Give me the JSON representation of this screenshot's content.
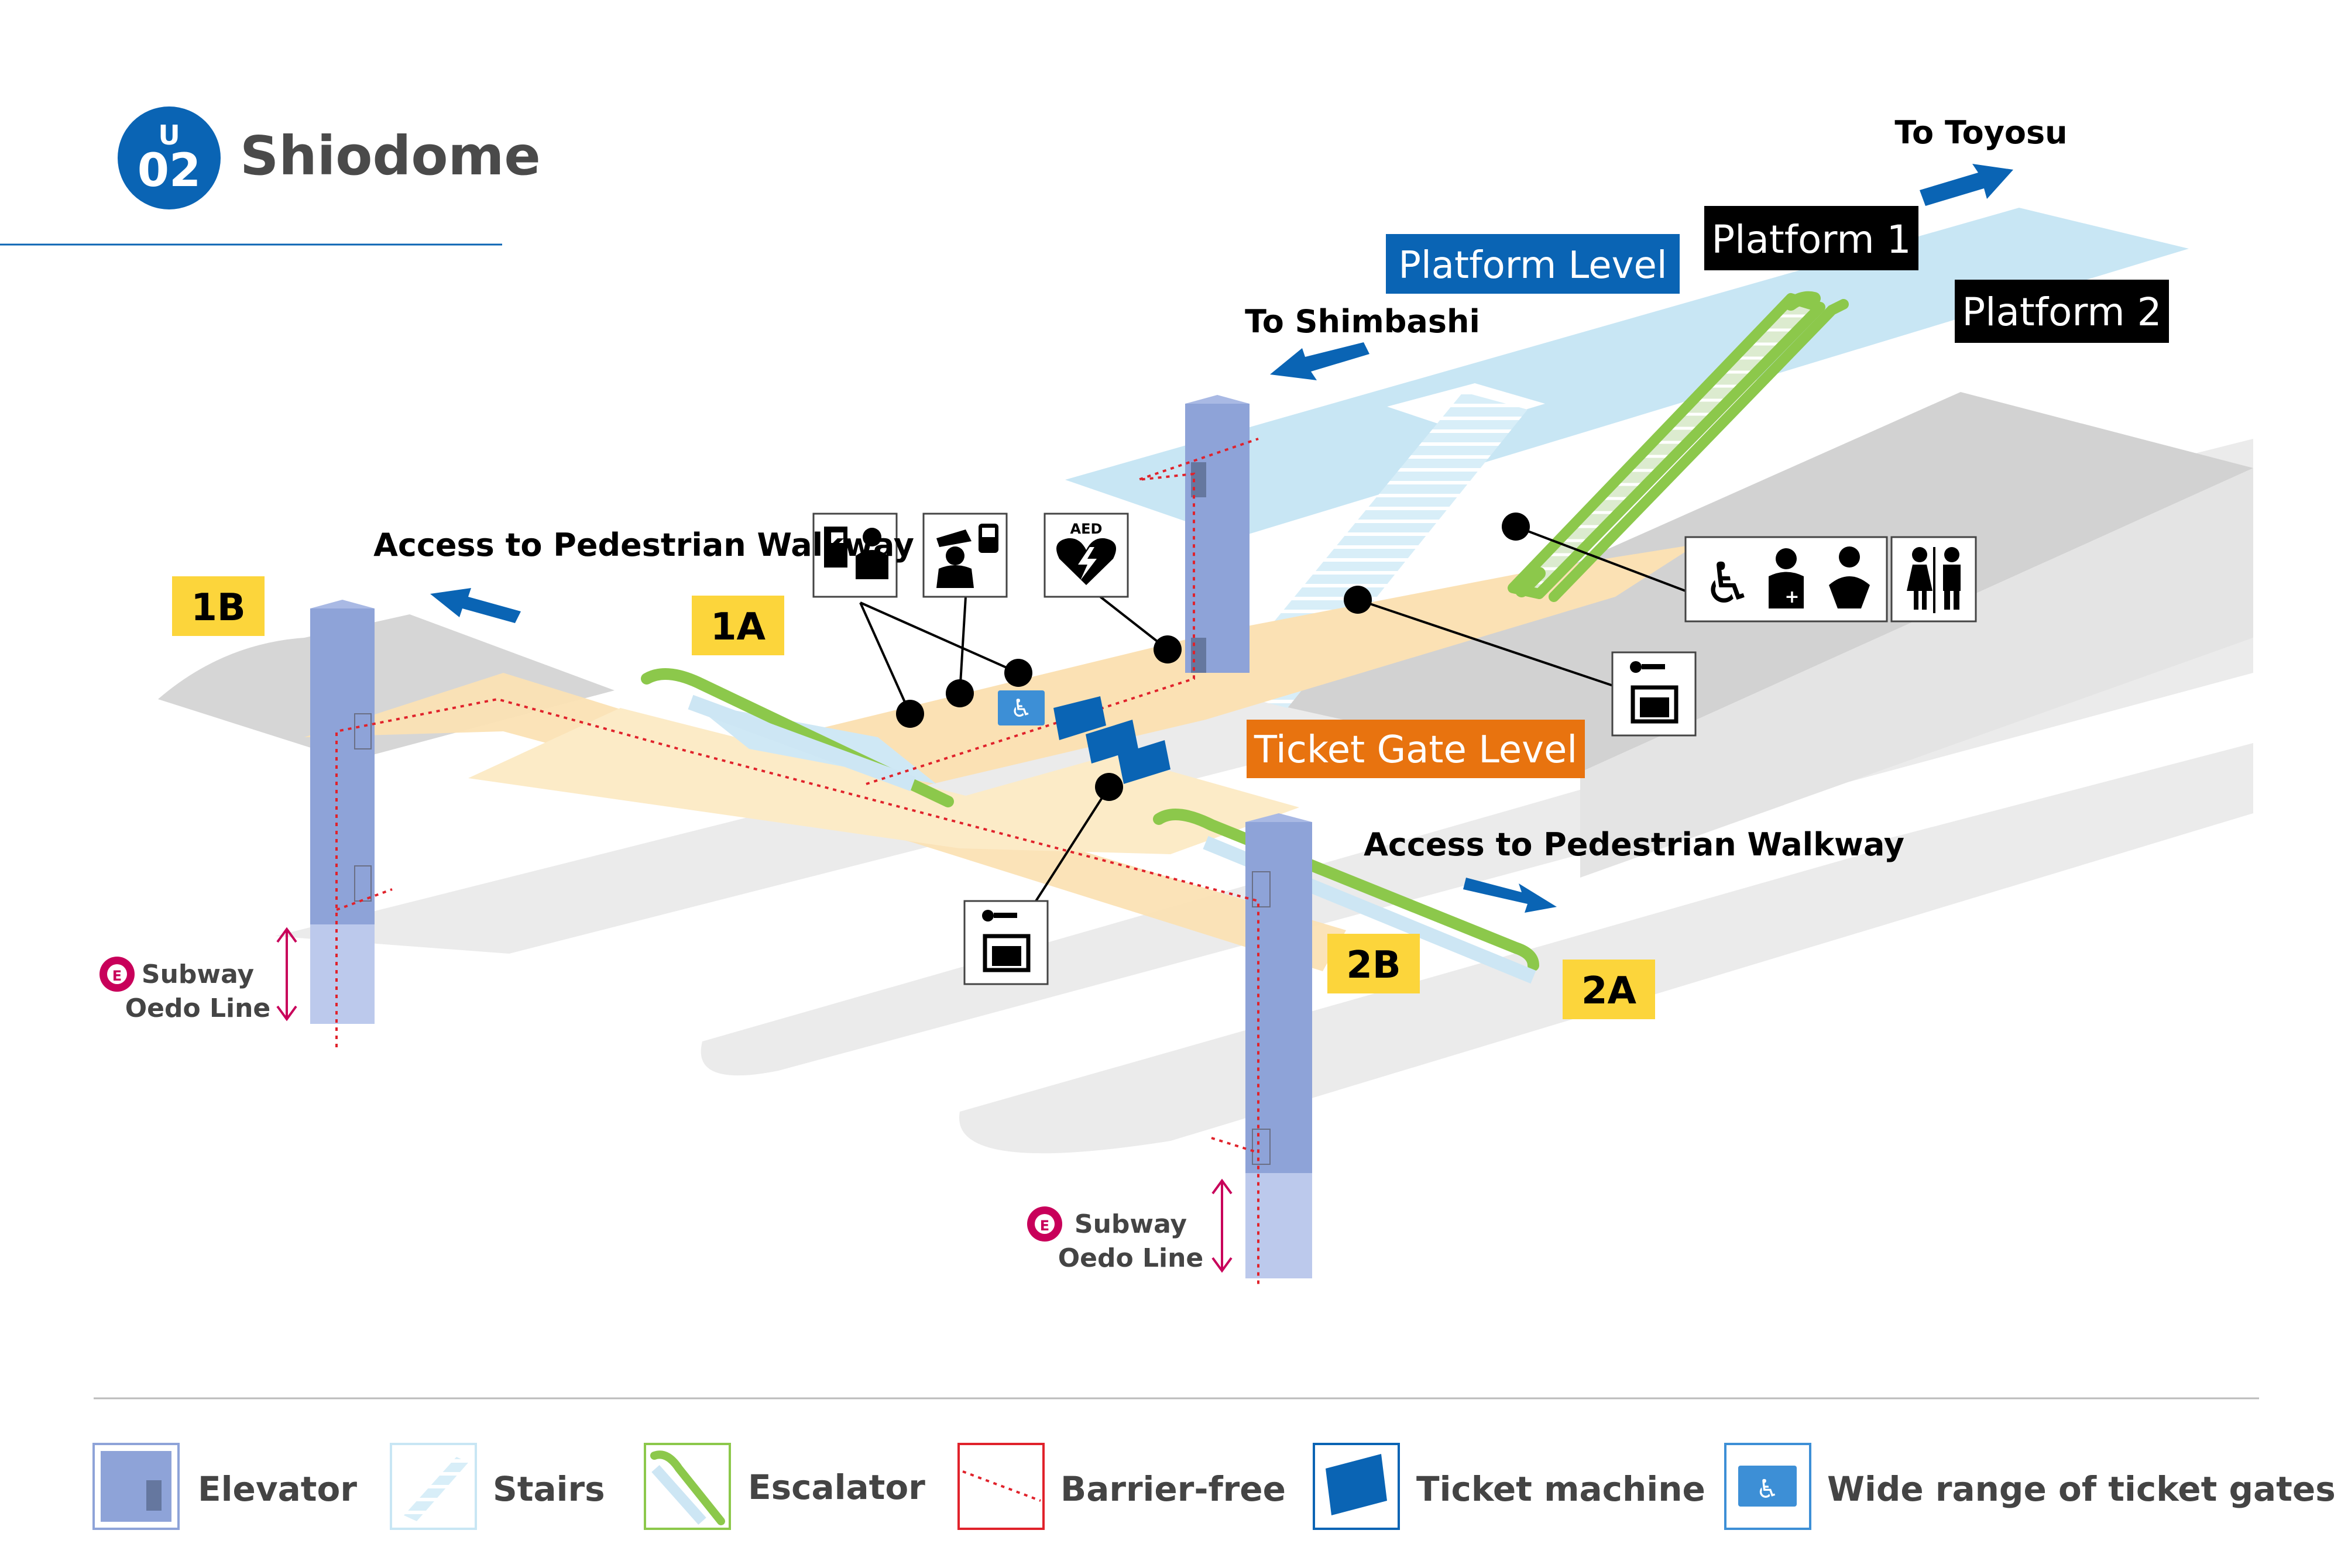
{
  "station": {
    "line_letter": "U",
    "number": "02",
    "name": "Shiodome",
    "line_color": "#0a64b4"
  },
  "directions": {
    "toyosu": "To Toyosu",
    "shimbashi": "To Shimbashi"
  },
  "levels": {
    "platform": "Platform Level",
    "ticket_gate": "Ticket Gate Level"
  },
  "platforms": {
    "p1": "Platform 1",
    "p2": "Platform 2"
  },
  "walkway": {
    "west": "Access to Pedestrian Walkway",
    "east": "Access to Pedestrian Walkway"
  },
  "exits": {
    "e1b": "1B",
    "e1a": "1A",
    "e2b": "2B",
    "e2a": "2A"
  },
  "transfers": {
    "badge": "E",
    "line1": "Subway",
    "line2": "Oedo Line",
    "color": "#c8005a"
  },
  "icons": {
    "aed_label": "AED"
  },
  "legend": {
    "elevator": "Elevator",
    "stairs": "Stairs",
    "escalator": "Escalator",
    "barrier_free": "Barrier-free",
    "ticket_machine": "Ticket machine",
    "wide_gates": "Wide range of ticket gates"
  },
  "colors": {
    "platform_level": "#0a64b4",
    "ticket_gate_level": "#e8730f",
    "exit_badge": "#fcd53b",
    "elevator": "#8ea3d8",
    "escalator": "#8cc84b",
    "concourse": "#fbe1b4",
    "platform_floor": "#c8e6f4",
    "barrier_free": "#e0222b",
    "ticket_machine": "#0a64b4"
  }
}
